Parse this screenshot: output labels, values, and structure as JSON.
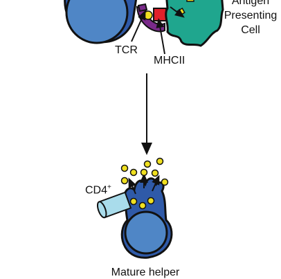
{
  "labels": {
    "apc_line1": "Antigen",
    "apc_line2": "Presenting",
    "apc_line3": "Cell",
    "tcr": "TCR",
    "mhcii": "MHCII",
    "cd4": "CD4",
    "cd4_sup": "+",
    "mature_helper": "Mature helper"
  },
  "colors": {
    "cell_fill": "#4f86c6",
    "cell_dark": "#2f5aa8",
    "apc_fill": "#1fa68e",
    "tcr_purple": "#7a2a8a",
    "mhc_red": "#e0202a",
    "antigen_yellow": "#f0e020",
    "cd4_fill": "#a9dceb",
    "cytokine_yellow": "#f0e020"
  }
}
